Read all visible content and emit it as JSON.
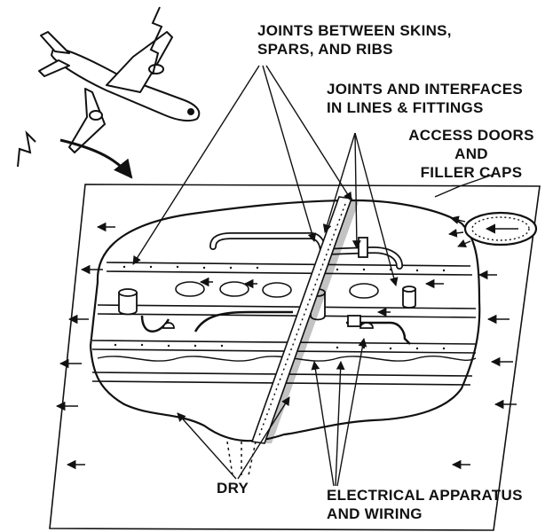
{
  "labels": {
    "joints_skins": [
      "JOINTS BETWEEN SKINS,",
      "SPARS, AND RIBS"
    ],
    "joints_lines": [
      "JOINTS AND INTERFACES",
      "IN LINES & FITTINGS"
    ],
    "access_doors": [
      "ACCESS DOORS",
      "AND",
      "FILLER CAPS"
    ],
    "dry": "DRY",
    "electrical": [
      "ELECTRICAL APPARATUS",
      "AND WIRING"
    ]
  },
  "colors": {
    "ink": "#111111",
    "background": "#ffffff"
  },
  "icons": [
    "airplane-icon",
    "flow-arrow-icon",
    "access-door-icon"
  ]
}
